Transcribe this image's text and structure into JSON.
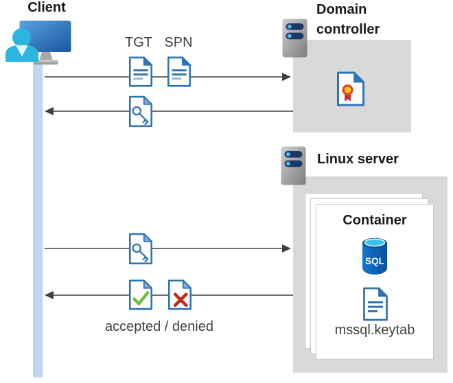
{
  "client": {
    "label": "Client"
  },
  "domain_controller": {
    "label_line1": "Domain",
    "label_line2": "controller"
  },
  "linux_server": {
    "label": "Linux server"
  },
  "container": {
    "title": "Container",
    "sql_label": "SQL",
    "keytab_label": "mssql.keytab"
  },
  "messages": {
    "tgt_label": "TGT",
    "spn_label": "SPN",
    "result_label": "accepted / denied"
  },
  "colors": {
    "document_blue": "#2E75B6",
    "fold_light_blue": "#85AEDC",
    "accepted_green": "#6CBE45",
    "denied_red": "#BE2A1D",
    "lifeline_blue": "#BDD7F0",
    "box_gray": "#D9D9D9",
    "arrow_gray": "#3F3F3F",
    "sql_cylinder_blue": "#0F62B4",
    "sql_top_cyan": "#3AC4EC"
  }
}
